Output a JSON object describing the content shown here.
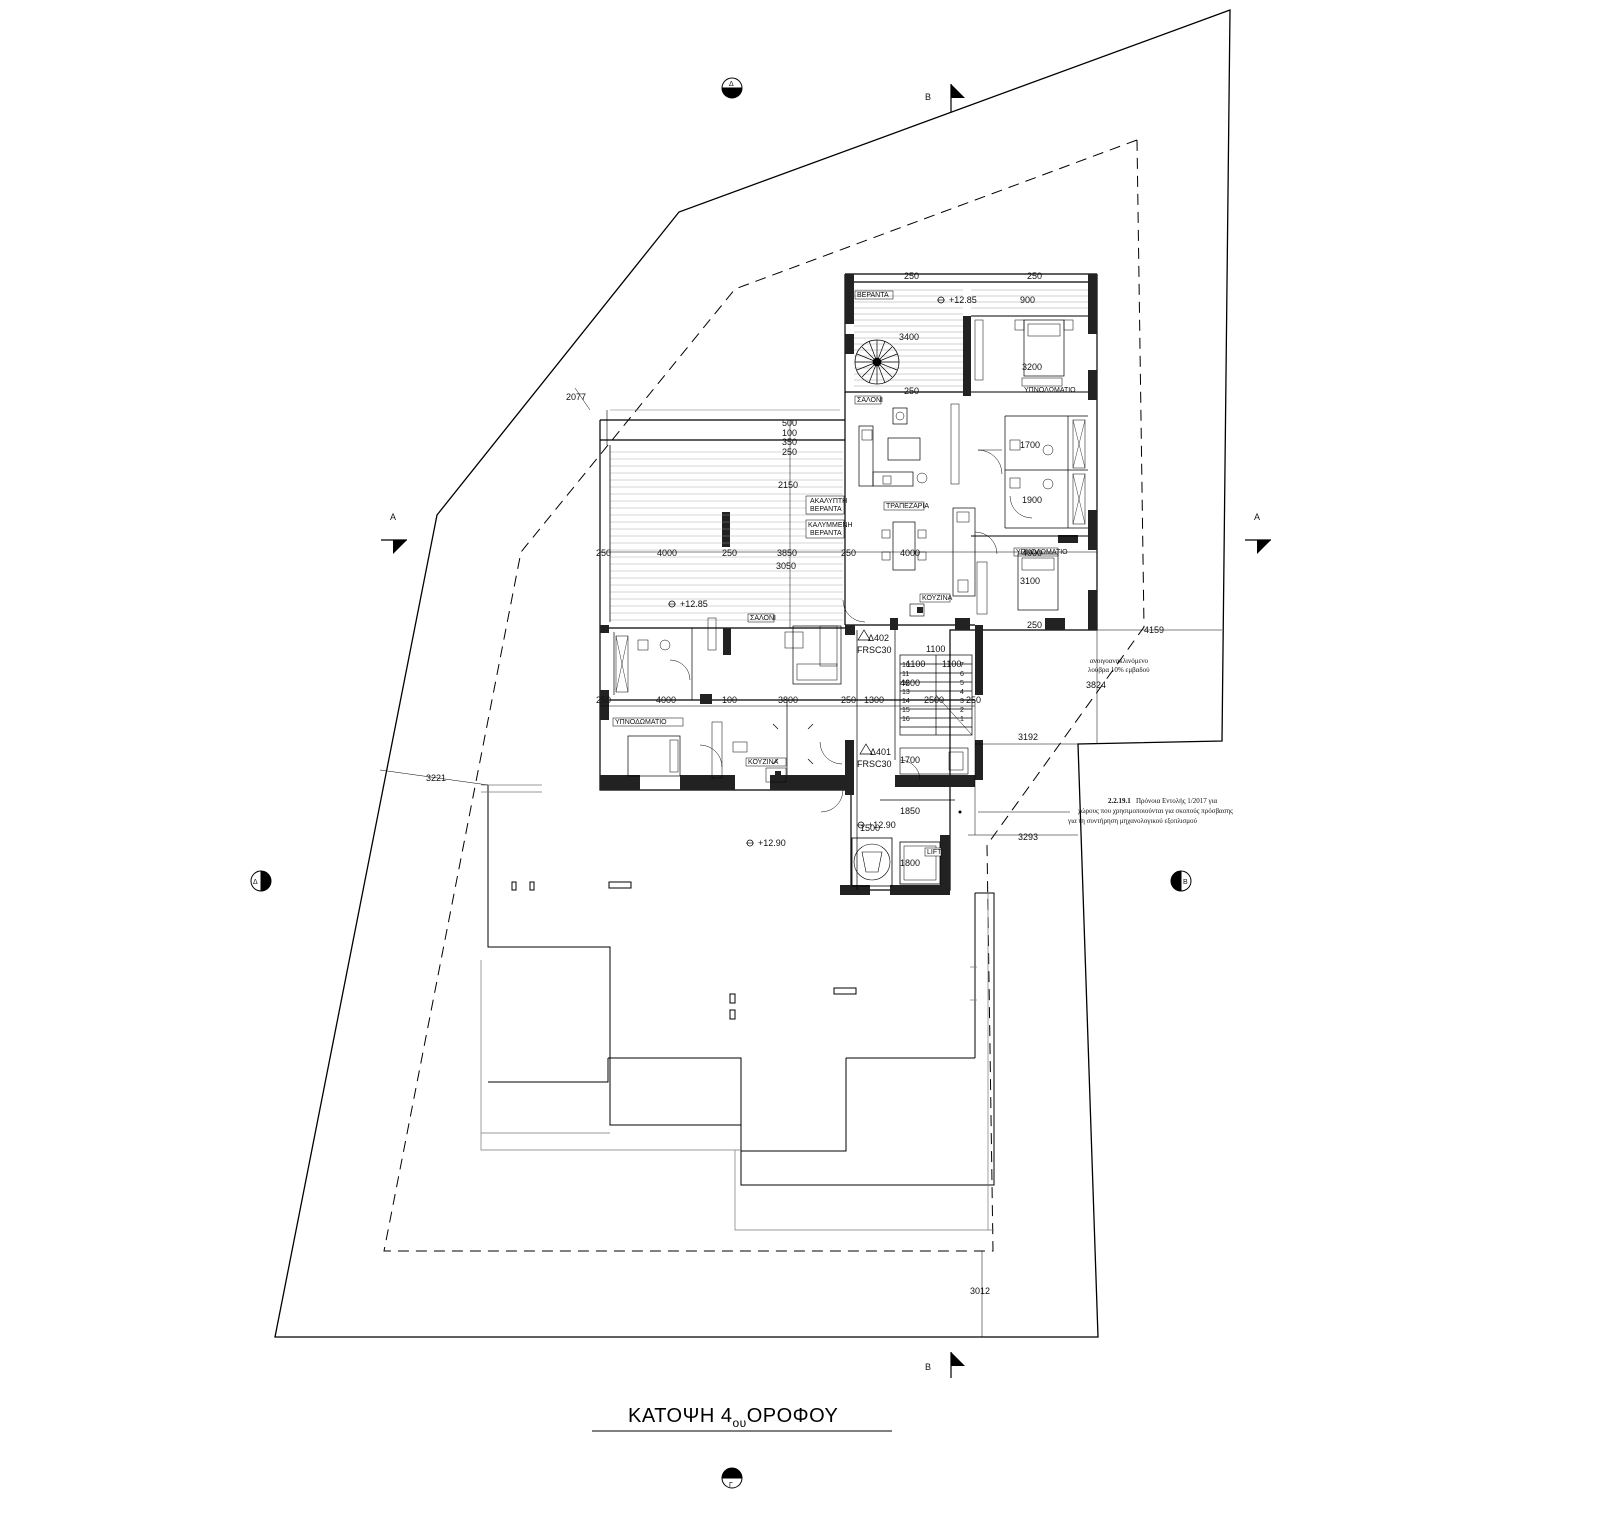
{
  "drawing": {
    "title_main": "ΚΑΤΟΨΗ 4",
    "title_sub": "ου",
    "title_end": "ΟΡΟΦΟΥ"
  },
  "section_marks": {
    "A": "A",
    "B": "B",
    "G": "Γ",
    "D": "Δ"
  },
  "rooms": {
    "veranta": "ΒΕΡΑΝΤΑ",
    "saloni_1": "ΣΑΛΟΝΙ",
    "saloni_2": "ΣΑΛΟΝΙ",
    "trapezaria": "ΤΡΑΠΕΖΑΡΙΑ",
    "kouzina_1": "ΚΟΥΖΙΝΑ",
    "kouzina_2": "ΚΟΥΖΙΝΑ",
    "ypnodomatio_1": "ΥΠΝΟΔΩΜΑΤΙΟ",
    "ypnodomatio_2": "ΥΠΝΟΔΩΜΑΤΙΟ",
    "ypnodomatio_3": "ΥΠΝΟΔΩΜΑΤΙΟ",
    "akalypti_1": "ΑΚΑΛΥΠΤΗ",
    "akalypti_2": "ΒΕΡΑΝΤΑ",
    "kalymmeni_1": "ΚΑΛΥΜΜΕΝΗ",
    "kalymmeni_2": "ΒΕΡΑΝΤΑ",
    "lift": "LIFT"
  },
  "levels": {
    "l1": "+12.85",
    "l2": "+12.85",
    "l3": "+12.90",
    "l4": "+12.90"
  },
  "dims": {
    "d250a": "250",
    "d250b": "250",
    "d900": "900",
    "d3400": "3400",
    "d3200": "3200",
    "d250c": "250",
    "d500": "500",
    "d100": "100",
    "d350": "350",
    "d250d": "250",
    "d1700a": "1700",
    "d1900": "1900",
    "d2150": "2150",
    "d4000a": "4000",
    "d250e": "250",
    "d250f": "250",
    "d3850": "3850",
    "d250g": "250",
    "d4000b": "4000",
    "d4000c": "4000",
    "d3050": "3050",
    "d3100": "3100",
    "d250h": "250",
    "d4159": "4159",
    "d1100a": "1100",
    "d1100b": "1100",
    "d1100c": "1100",
    "d4600": "4600",
    "d3824": "3824",
    "d4000d": "4000",
    "d250i": "250",
    "d100b": "100",
    "d1300": "1300",
    "d250j": "250",
    "d2500": "2500",
    "d250k": "250",
    "d3192": "3192",
    "d1700b": "1700",
    "d3221": "3221",
    "d2077": "2077",
    "d1850": "1850",
    "d1500": "1500",
    "d3293": "3293",
    "d1800": "1800",
    "d3012": "3012",
    "d3800": "3800"
  },
  "fire": {
    "d402": "Δ402",
    "frsc1": "FRSC30",
    "d401": "Δ401",
    "frsc2": "FRSC30"
  },
  "notes": {
    "loop1": "ανοιγοανακλινόμενο",
    "loop2": "λούβρα 10% εμβαδού",
    "provision_ref": "2.2.19.1",
    "provision1": "Πρόνοια Εντολής 1/2017 για",
    "provision2": "χώρους που χρησιμοποιούνται για σκοπούς πρόσβασης",
    "provision3": "για τη συντήρηση μηχανολογικού εξοπλισμού"
  },
  "stairs": [
    "1",
    "2",
    "3",
    "4",
    "5",
    "6",
    "7",
    "8",
    "9",
    "10",
    "11",
    "12",
    "13",
    "14",
    "15",
    "16"
  ]
}
